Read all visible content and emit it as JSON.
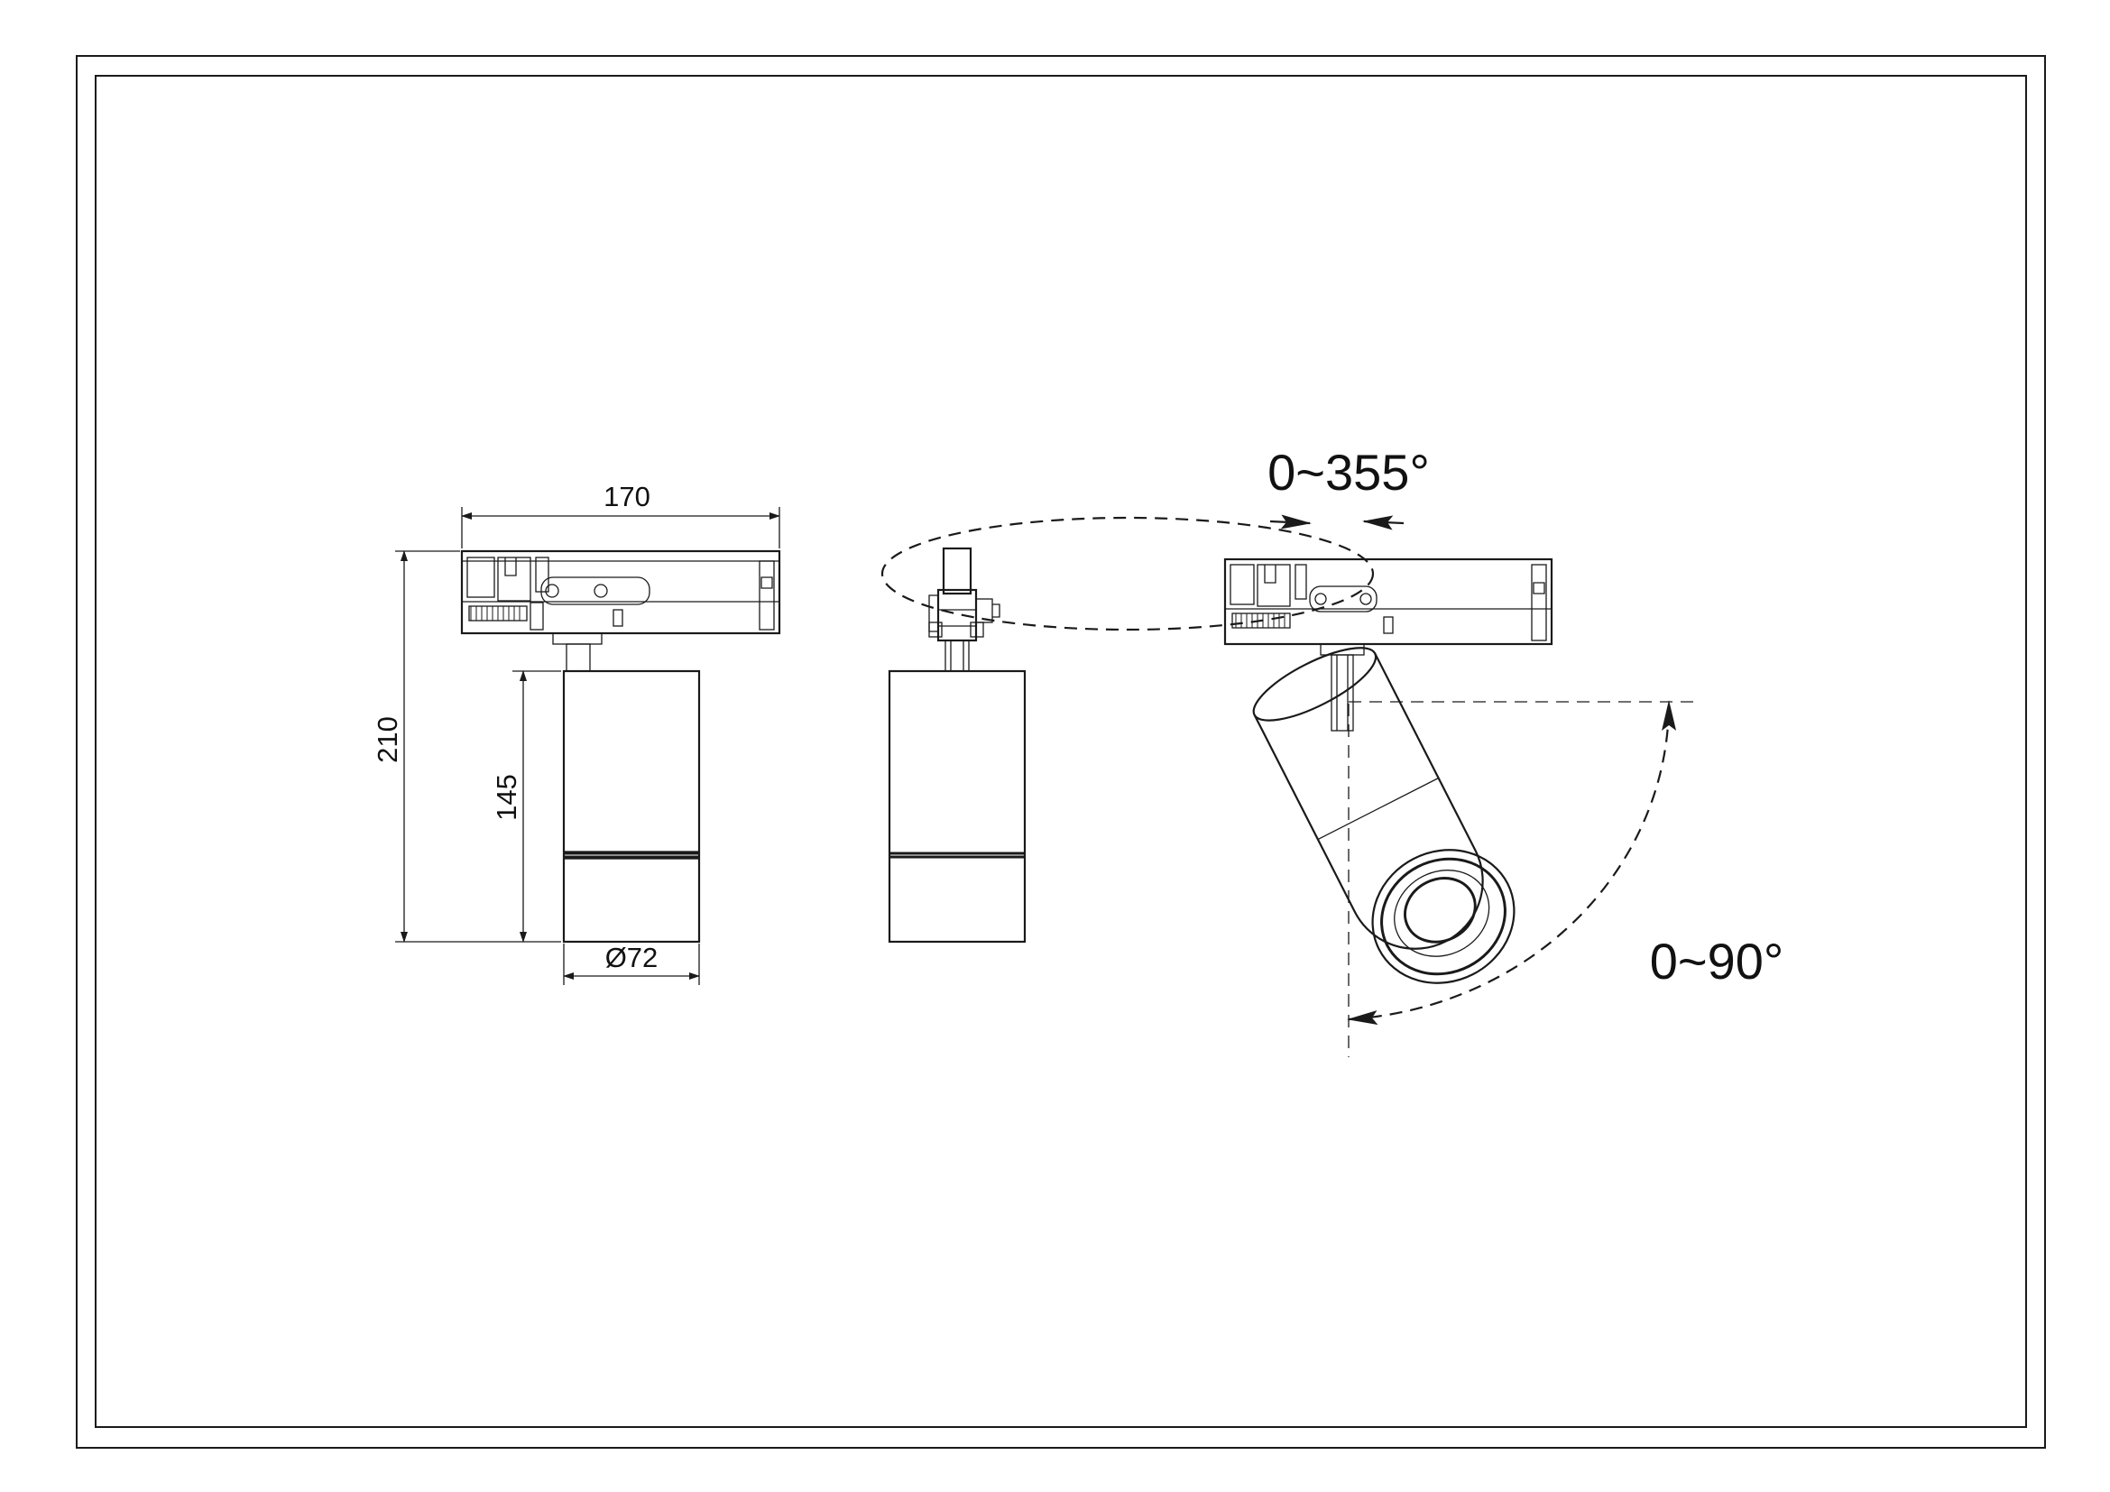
{
  "drawing": {
    "dimensions": {
      "width": "170",
      "height_total": "210",
      "height_body": "145",
      "diameter": "Ø72"
    },
    "rotation": {
      "horizontal": "0~355°",
      "vertical": "0~90°"
    }
  }
}
